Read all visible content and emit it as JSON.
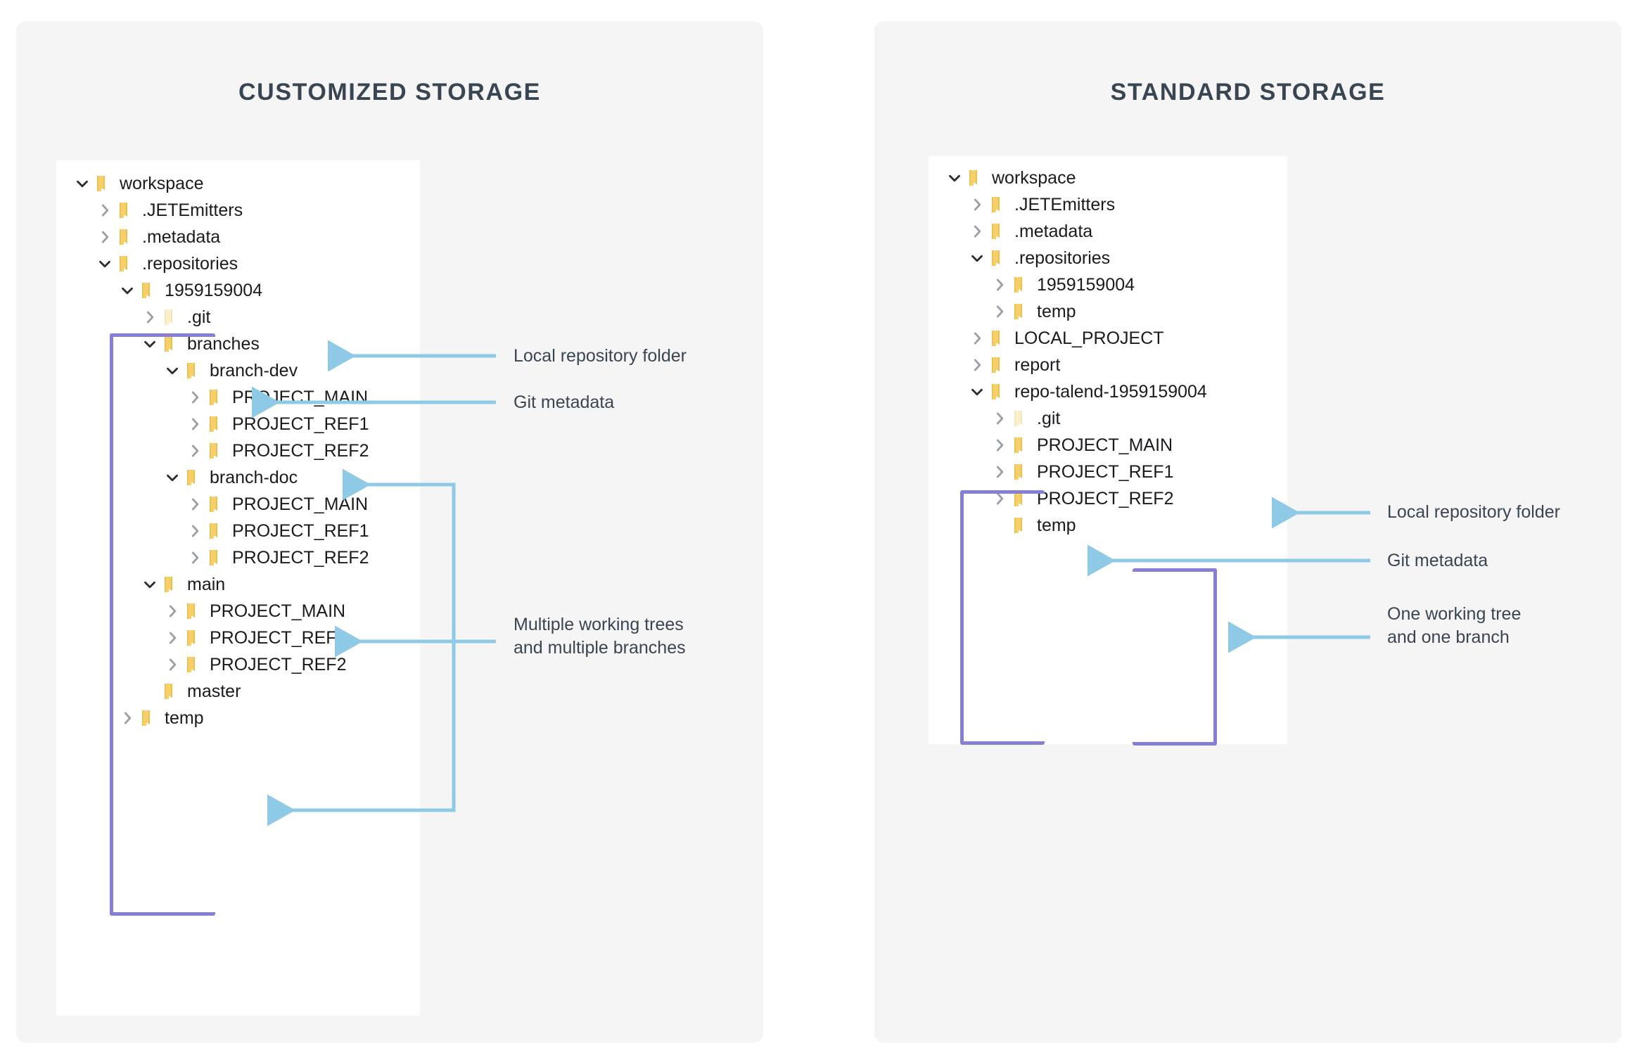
{
  "panels": {
    "left": {
      "title": "CUSTOMIZED STORAGE",
      "tree": [
        {
          "label": "workspace",
          "depth": 0,
          "state": "expanded"
        },
        {
          "label": ".JETEmitters",
          "depth": 1,
          "state": "collapsed"
        },
        {
          "label": ".metadata",
          "depth": 1,
          "state": "collapsed"
        },
        {
          "label": ".repositories",
          "depth": 1,
          "state": "expanded"
        },
        {
          "label": "1959159004",
          "depth": 2,
          "state": "expanded"
        },
        {
          "label": ".git",
          "depth": 3,
          "state": "collapsed",
          "dim": true
        },
        {
          "label": "branches",
          "depth": 3,
          "state": "expanded"
        },
        {
          "label": "branch-dev",
          "depth": 4,
          "state": "expanded"
        },
        {
          "label": "PROJECT_MAIN",
          "depth": 5,
          "state": "collapsed"
        },
        {
          "label": "PROJECT_REF1",
          "depth": 5,
          "state": "collapsed"
        },
        {
          "label": "PROJECT_REF2",
          "depth": 5,
          "state": "collapsed"
        },
        {
          "label": "branch-doc",
          "depth": 4,
          "state": "expanded"
        },
        {
          "label": "PROJECT_MAIN",
          "depth": 5,
          "state": "collapsed"
        },
        {
          "label": "PROJECT_REF1",
          "depth": 5,
          "state": "collapsed"
        },
        {
          "label": "PROJECT_REF2",
          "depth": 5,
          "state": "collapsed"
        },
        {
          "label": "main",
          "depth": 3,
          "state": "expanded"
        },
        {
          "label": "PROJECT_MAIN",
          "depth": 4,
          "state": "collapsed"
        },
        {
          "label": "PROJECT_REF1",
          "depth": 4,
          "state": "collapsed"
        },
        {
          "label": "PROJECT_REF2",
          "depth": 4,
          "state": "collapsed"
        },
        {
          "label": "master",
          "depth": 3,
          "state": "leaf"
        },
        {
          "label": "temp",
          "depth": 2,
          "state": "collapsed"
        }
      ],
      "annotations": [
        {
          "text": "Local repository folder",
          "target": "1959159004"
        },
        {
          "text": "Git metadata",
          "target": ".git"
        },
        {
          "text": "Multiple working trees\nand multiple branches",
          "target": "branch-dev / branch-doc / main"
        }
      ]
    },
    "right": {
      "title": "STANDARD STORAGE",
      "tree": [
        {
          "label": "workspace",
          "depth": 0,
          "state": "expanded"
        },
        {
          "label": ".JETEmitters",
          "depth": 1,
          "state": "collapsed"
        },
        {
          "label": ".metadata",
          "depth": 1,
          "state": "collapsed"
        },
        {
          "label": ".repositories",
          "depth": 1,
          "state": "expanded"
        },
        {
          "label": "1959159004",
          "depth": 2,
          "state": "collapsed"
        },
        {
          "label": "temp",
          "depth": 2,
          "state": "collapsed"
        },
        {
          "label": "LOCAL_PROJECT",
          "depth": 1,
          "state": "collapsed"
        },
        {
          "label": "report",
          "depth": 1,
          "state": "collapsed"
        },
        {
          "label": "repo-talend-1959159004",
          "depth": 1,
          "state": "expanded"
        },
        {
          "label": ".git",
          "depth": 2,
          "state": "collapsed",
          "dim": true
        },
        {
          "label": "PROJECT_MAIN",
          "depth": 2,
          "state": "collapsed"
        },
        {
          "label": "PROJECT_REF1",
          "depth": 2,
          "state": "collapsed"
        },
        {
          "label": "PROJECT_REF2",
          "depth": 2,
          "state": "collapsed"
        },
        {
          "label": "temp",
          "depth": 2,
          "state": "leaf"
        }
      ],
      "annotations": [
        {
          "text": "Local repository folder",
          "target": "repo-talend-1959159004"
        },
        {
          "text": "Git metadata",
          "target": ".git"
        },
        {
          "text": "One working tree\nand one branch",
          "target": "PROJECT_REF1"
        }
      ]
    }
  },
  "colors": {
    "page_background": "#ffffff",
    "panel_background": "#f5f5f6",
    "tree_background": "#ffffff",
    "title_text": "#3a4552",
    "note_text": "#3a4552",
    "label_text": "#1b1b1f",
    "bracket_purple": "#8580d6",
    "arrow_blue": "#8ecae6",
    "folder_yellow": "#f6d365",
    "folder_yellow_light": "#faefc8",
    "chevron_gray": "#9aa0a6",
    "chevron_dark": "#2c2c2c"
  },
  "icons": {
    "chevron_down": "chevron-down-icon",
    "chevron_right": "chevron-right-icon",
    "folder": "folder-icon"
  }
}
